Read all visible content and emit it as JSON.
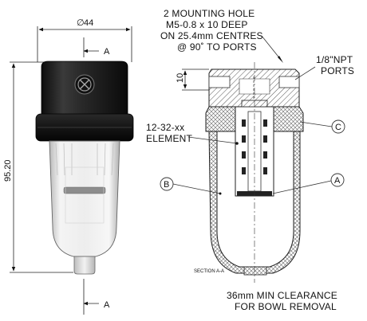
{
  "dimensions": {
    "diameter_value": "44",
    "height_value": "95.20",
    "depth_value": "10"
  },
  "section_markers": {
    "top": "A",
    "bottom": "A"
  },
  "callouts": {
    "mounting_hole": [
      "2 MOUNTING HOLE",
      "M5-0.8 x 10 DEEP",
      "ON 25.4mm CENTRES",
      "@ 90˚ TO PORTS"
    ],
    "ports": [
      "1/8\"NPT",
      "PORTS"
    ],
    "element": [
      "12-32-xx",
      "ELEMENT"
    ],
    "balloon_b": "B",
    "balloon_c": "C",
    "balloon_a": "A"
  },
  "section_caption": "SECTION A-A",
  "clearance_note": [
    "36mm MIN CLEARANCE",
    "FOR BOWL REMOVAL"
  ],
  "colors": {
    "cap_dark": "#1e1e1e",
    "ring_dark": "#111111",
    "bowl_light": "#e6e6e6",
    "hatch": "#666666",
    "line": "#222222"
  }
}
